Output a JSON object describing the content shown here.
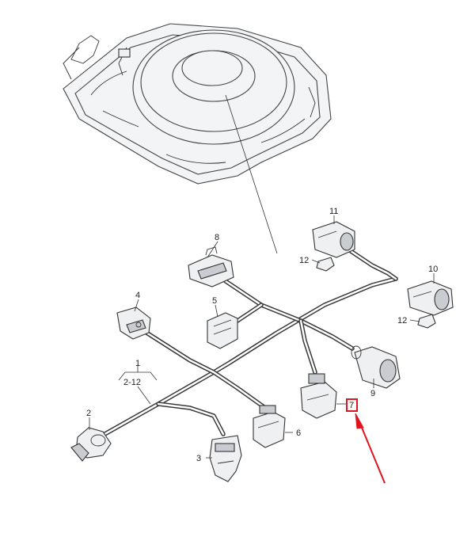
{
  "callouts": {
    "c1": "1",
    "c1_range": "2-12",
    "c2": "2",
    "c3": "3",
    "c4": "4",
    "c5": "5",
    "c6": "6",
    "c7": "7",
    "c8": "8",
    "c9": "9",
    "c10": "10",
    "c11": "11",
    "c12a": "12",
    "c12b": "12"
  },
  "colors": {
    "highlight": "#e0141e",
    "line": "#333333"
  }
}
